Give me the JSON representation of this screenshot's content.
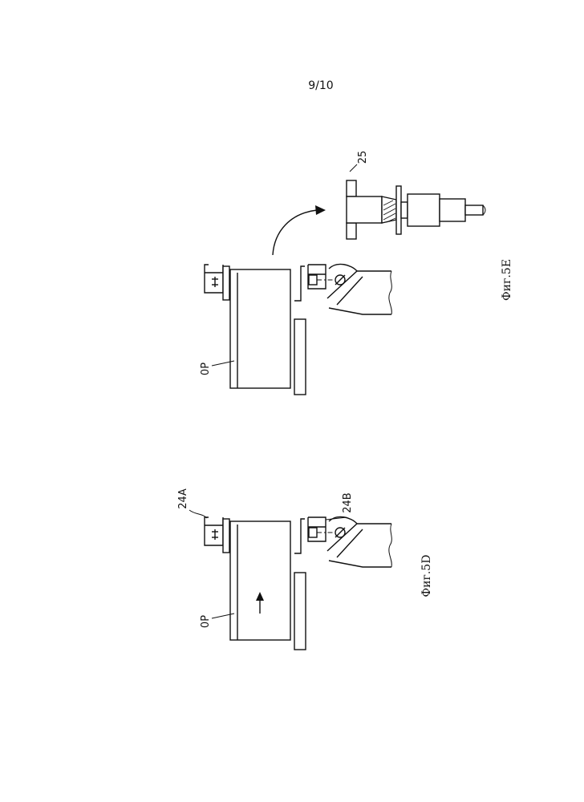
{
  "page_number": "9/10",
  "figure_5d": {
    "caption": "Фиг.5D",
    "label_op": "0P",
    "label_24a": "24A",
    "label_24b": "24B"
  },
  "figure_5e": {
    "caption": "Фиг.5E",
    "label_op": "0P",
    "label_25": "25"
  }
}
